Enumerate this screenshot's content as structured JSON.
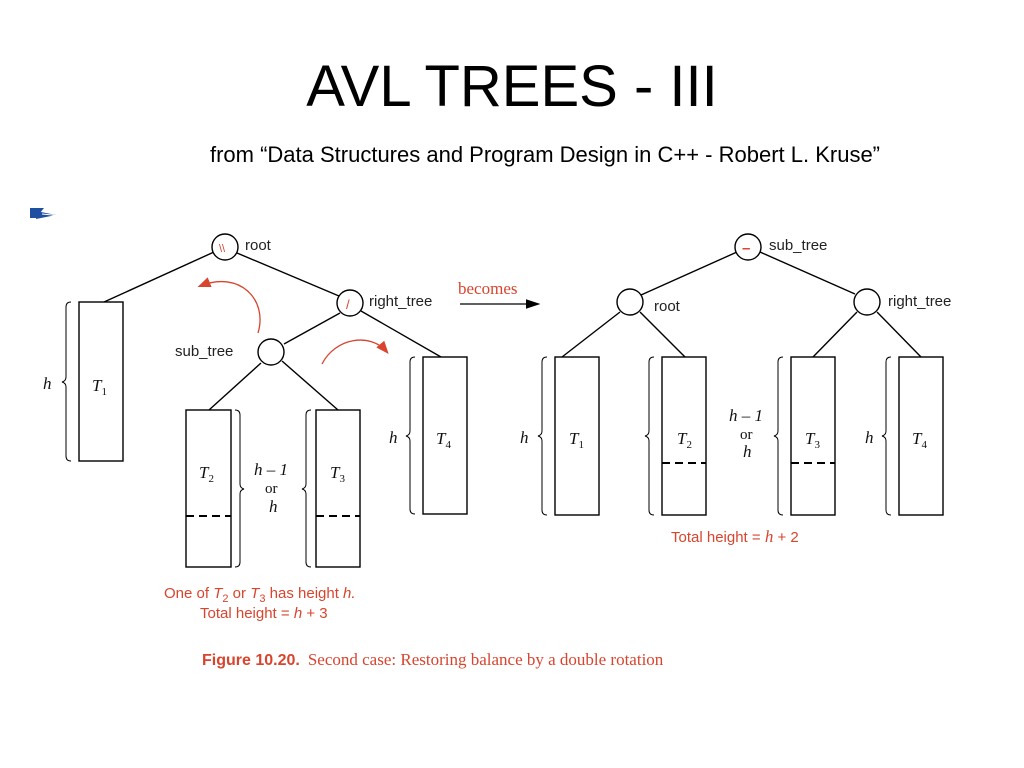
{
  "slide": {
    "title": "AVL TREES - III",
    "subtitle": "from “Data Structures and Program Design in C++ - Robert L. Kruse”"
  },
  "left_tree": {
    "root_label": "root",
    "root_balance": "\\\\",
    "right_tree_label": "right_tree",
    "right_tree_balance": "/",
    "sub_tree_label": "sub_tree",
    "t1": {
      "name": "T",
      "sub": "1",
      "height": "h"
    },
    "t2": {
      "name": "T",
      "sub": "2"
    },
    "t3": {
      "name": "T",
      "sub": "3"
    },
    "t4": {
      "name": "T",
      "sub": "4",
      "height": "h"
    },
    "mid_height": {
      "line1": "h – 1",
      "line2": "or",
      "line3": "h"
    },
    "note_line1_a": "One of ",
    "note_t2": "T",
    "note_t2_sub": "2",
    "note_or": " or ",
    "note_t3": "T",
    "note_t3_sub": "3",
    "note_line1_b": " has height ",
    "note_h": "h.",
    "note_line2_a": "Total height = ",
    "note_line2_h": "h",
    "note_line2_b": " + 3"
  },
  "arrow_label": "becomes",
  "right_tree": {
    "sub_tree_label": "sub_tree",
    "sub_tree_balance": "–",
    "root_label": "root",
    "right_tree_label": "right_tree",
    "t1": {
      "name": "T",
      "sub": "1",
      "height": "h"
    },
    "t2": {
      "name": "T",
      "sub": "2"
    },
    "t3": {
      "name": "T",
      "sub": "3"
    },
    "t4": {
      "name": "T",
      "sub": "4",
      "height": "h"
    },
    "mid_height": {
      "line1": "h – 1",
      "line2": "or",
      "line3": "h"
    },
    "total_a": "Total height = ",
    "total_h": "h",
    "total_b": " + 2"
  },
  "figure_caption": {
    "label": "Figure 10.20.",
    "text": "Second case: Restoring balance by a double rotation"
  },
  "colors": {
    "accent": "#d8442e",
    "stroke": "#000000"
  }
}
